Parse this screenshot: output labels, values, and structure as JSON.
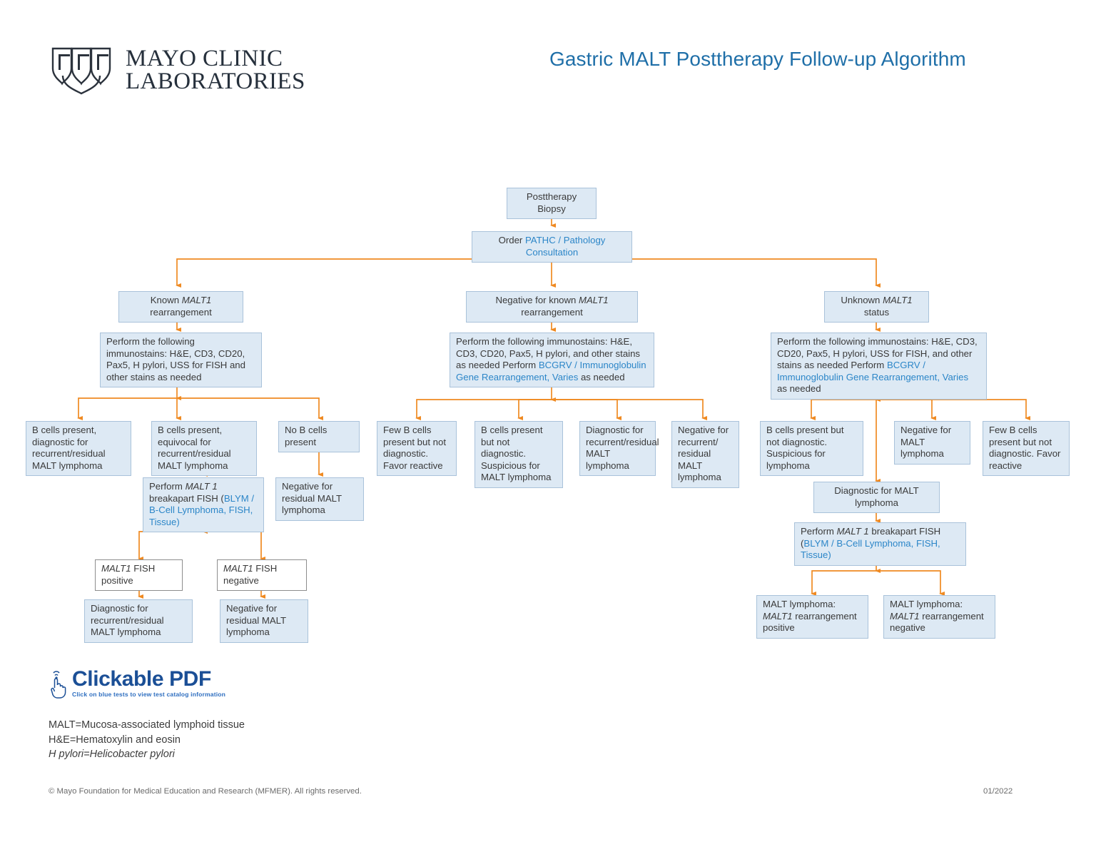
{
  "header": {
    "logo_line1": "MAYO CLINIC",
    "logo_line2": "LABORATORIES",
    "logo_icon": "mayo-shields-icon",
    "title": "Gastric MALT Posttherapy Follow-up Algorithm",
    "title_color": "#1f6fa8"
  },
  "theme": {
    "node_fill": "#dde9f4",
    "node_border": "#a9c2da",
    "white_node_fill": "#ffffff",
    "white_node_border": "#8d8d8d",
    "connector_color": "#ef8a22",
    "link_color": "#2c86c8",
    "text_color": "#3a3a3a"
  },
  "nodes": {
    "root": "Posttherapy Biopsy",
    "order": {
      "pre": "Order ",
      "link": "PATHC / Pathology Consultation"
    },
    "branch_left": {
      "pre": "Known ",
      "gene": "MALT1",
      "post": " rearrangement"
    },
    "branch_mid": {
      "pre": "Negative for known ",
      "gene": "MALT1",
      "post": " rearrangement"
    },
    "branch_right": {
      "pre": "Unknown ",
      "gene": "MALT1",
      "post": " status"
    },
    "stains_left": "Perform the following immunostains: H&E, CD3, CD20, Pax5, H pylori, USS for FISH and other stains as needed",
    "stains_mid": {
      "pre": "Perform the following immunostains: H&E, CD3, CD20, Pax5, H pylori, and other stains as needed Perform ",
      "link": "BCGRV / Immunoglobulin Gene Rearrangement, Varies",
      "post": " as needed"
    },
    "stains_right": {
      "pre": "Perform the following immunostains: H&E, CD3, CD20, Pax5, H pylori, USS for FISH, and other stains as needed Perform ",
      "link": "BCGRV / Immunoglobulin Gene Rearrangement, Varies",
      "post": " as needed"
    },
    "l_out1": "B cells present, diagnostic for recurrent/residual MALT lymphoma",
    "l_out2": "B cells present, equivocal for recurrent/residual MALT lymphoma",
    "l_out3": "No B cells present",
    "l_no_b_result": "Negative for residual MALT lymphoma",
    "l_fish_order": {
      "pre": "Perform ",
      "gene": "MALT 1",
      "mid": " breakapart FISH (",
      "link": "BLYM / B-Cell Lymphoma, FISH, Tissue",
      "post": ")"
    },
    "l_fish_pos": {
      "gene": "MALT1",
      "post": " FISH positive"
    },
    "l_fish_neg": {
      "gene": "MALT1",
      "post": " FISH negative"
    },
    "l_fish_pos_result": "Diagnostic for recurrent/residual MALT lymphoma",
    "l_fish_neg_result": "Negative for residual MALT lymphoma",
    "m_out1": "Few B cells present but not diagnostic. Favor reactive",
    "m_out2": "B cells present but not diagnostic. Suspicious for MALT lymphoma",
    "m_out3": "Diagnostic for recurrent/residual MALT lymphoma",
    "m_out4": "Negative for recurrent/ residual MALT lymphoma",
    "r_out1": "B cells present but not diagnostic. Suspicious for lymphoma",
    "r_out2": "Negative for MALT lymphoma",
    "r_out3": "Few B cells present but not diagnostic. Favor reactive",
    "r_diag": "Diagnostic for MALT lymphoma",
    "r_fish_order": {
      "pre": "Perform ",
      "gene": "MALT 1",
      "mid": " breakapart FISH (",
      "link": "BLYM / B-Cell Lymphoma, FISH, Tissue",
      "post": ")"
    },
    "r_fish_pos": {
      "pre": "MALT lymphoma: ",
      "gene": "MALT1",
      "post": " rearrangement positive"
    },
    "r_fish_neg": {
      "pre": "MALT lymphoma: ",
      "gene": "MALT1",
      "post": " rearrangement negative"
    }
  },
  "clickable_pdf": {
    "icon": "pointing-hand-cursor-icon",
    "title": "Clickable PDF",
    "subtitle": "Click on blue tests to view test catalog information"
  },
  "footnotes": [
    "MALT=Mucosa-associated lymphoid tissue",
    "H&E=Hematoxylin and eosin",
    "H pylori=Helicobacter pylori"
  ],
  "footer": {
    "copyright": "© Mayo Foundation for Medical Education and Research (MFMER). All rights reserved.",
    "date": "01/2022"
  }
}
